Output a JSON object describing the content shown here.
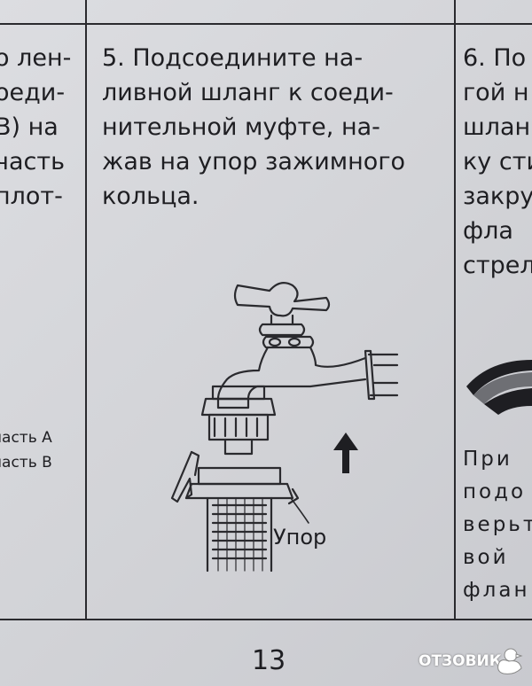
{
  "left_column": {
    "lines": [
      "о лен-",
      "оеди-",
      "В) на",
      "часть",
      "плот-",
      "."
    ],
    "legend": [
      "часть A",
      "часть B"
    ]
  },
  "step5": {
    "lines": [
      "5. Подсоедините на-",
      "ливной шланг к соеди-",
      "нительной муфте, на-",
      "жав на упор зажимного",
      "кольца."
    ],
    "label_stop": "Упор"
  },
  "step6": {
    "lines": [
      "6. По",
      "гой н",
      "шлан",
      "ку сти",
      "закру",
      "фла",
      "стрел"
    ],
    "note": [
      "При",
      "подо",
      "верьт",
      "вой",
      "флан"
    ]
  },
  "page_number": "13",
  "watermark": "ОТЗОВИК"
}
